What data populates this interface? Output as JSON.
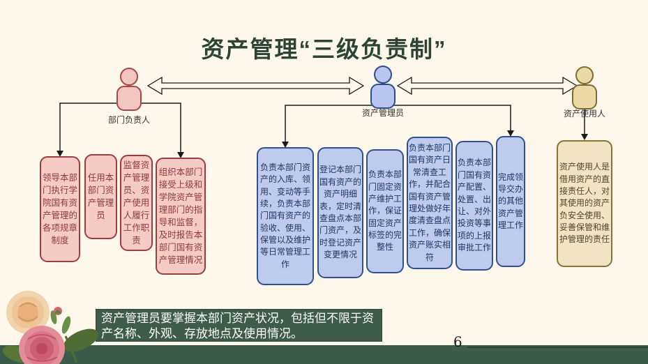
{
  "title": "资产管理“三级负责制”",
  "page_number": "6",
  "note": "资产管理员要掌握本部门资产状况，包括但不限于资产名称、外观、存放地点及使用情况。",
  "roles": {
    "department_head": {
      "label": "部门负责人"
    },
    "asset_manager": {
      "label": "资产管理员"
    },
    "asset_user": {
      "label": "资产使用人"
    }
  },
  "department_head_duties": [
    {
      "text": "领导本部门执行学院国有资产管理的各项规章制度"
    },
    {
      "text": "任用本部门资产管理员"
    },
    {
      "text": "监督资产管理员、资产使用人履行工作职责"
    },
    {
      "text": "组织本部门接受上级和学院资产管理部门的指导和监督，及时报告本部门国有资产管理情况"
    }
  ],
  "asset_manager_duties": [
    {
      "text": "负责本部门资产的入库、领用、变动等手续，负责本部门国有资产的验收、使用、保管以及维护等日常管理工作"
    },
    {
      "text": "登记本部门国有资产的资产明细表，定时清查盘点本部门资产，及时登记资产变更情况"
    },
    {
      "text": "负责本部门固定资产维护工作，保证固定资产标签的完整性"
    },
    {
      "text": "负责本部门国有资产日常清查工作，并配合国有资产管理处做好年度清查盘点工作，确保资产账实相符"
    },
    {
      "text": "负责本部门国有资产配置、处置、出让、对外投资等事项的上报审批工作"
    },
    {
      "text": "完成领导交办的其他资产管理工作"
    }
  ],
  "asset_user_duties": [
    {
      "text": "资产使用人是借用资产的直接责任人，对其使用的资产负安全使用、妥善保管和维护管理的责任"
    }
  ],
  "colors": {
    "background": "#FDF8EB",
    "title_text": "#2C4336",
    "pink_fill": "#F6CBC6",
    "pink_border": "#9C3D3B",
    "blue_fill": "#BFCAEF",
    "blue_border": "#31508F",
    "tan_fill": "#F0E4C3",
    "tan_border": "#877434",
    "note_background": "#3E5C49",
    "note_text": "#FFFFFF",
    "footer_bar": "#3D5B4A"
  }
}
